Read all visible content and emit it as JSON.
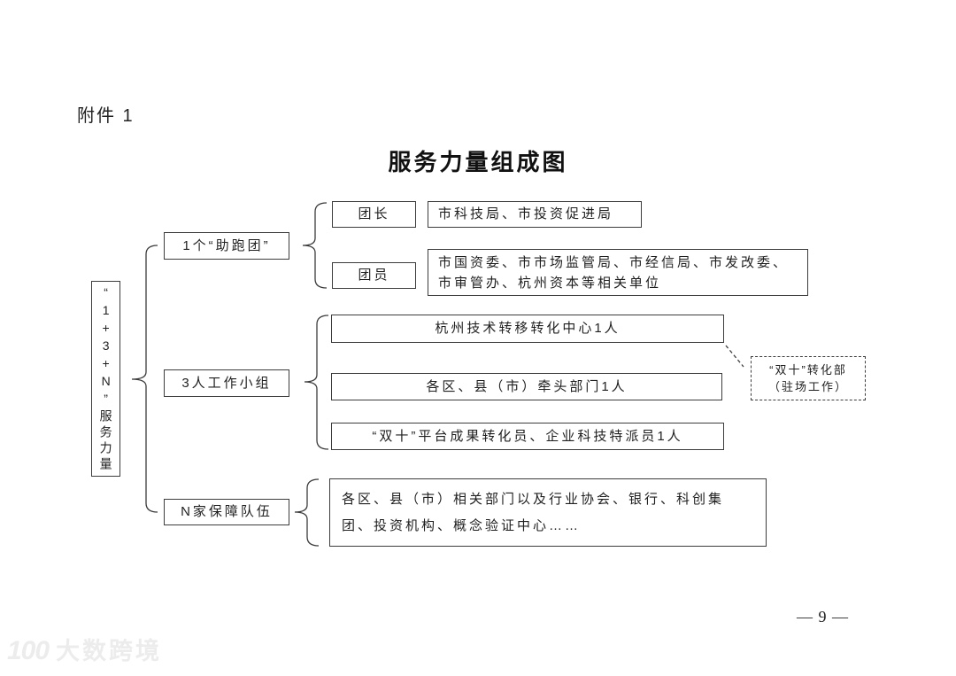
{
  "page": {
    "attachment_label": "附件 1",
    "title": "服务力量组成图",
    "page_number": "— 9 —",
    "watermark": {
      "logo": "100",
      "text": "大数跨境"
    }
  },
  "colors": {
    "line": "#3c3c3c",
    "text": "#1f1f1f",
    "watermark": "#ececec"
  },
  "diagram": {
    "root": {
      "label": "“1+3+N”服务力量"
    },
    "branches": [
      {
        "label": "1个“助跑团”",
        "children": [
          {
            "label": "团长",
            "detail": "市科技局、市投资促进局"
          },
          {
            "label": "团员",
            "detail": "市国资委、市市场监管局、市经信局、市发改委、市审管办、杭州资本等相关单位"
          }
        ]
      },
      {
        "label": "3人工作小组",
        "items": [
          "杭州技术转移转化中心1人",
          "各区、县（市）牵头部门1人",
          "“双十”平台成果转化员、企业科技特派员1人"
        ],
        "note": {
          "line1": "“双十”转化部",
          "line2": "（驻场工作）"
        }
      },
      {
        "label": "N家保障队伍",
        "items": [
          "各区、县（市）相关部门以及行业协会、银行、科创集团、投资机构、概念验证中心……"
        ]
      }
    ]
  }
}
